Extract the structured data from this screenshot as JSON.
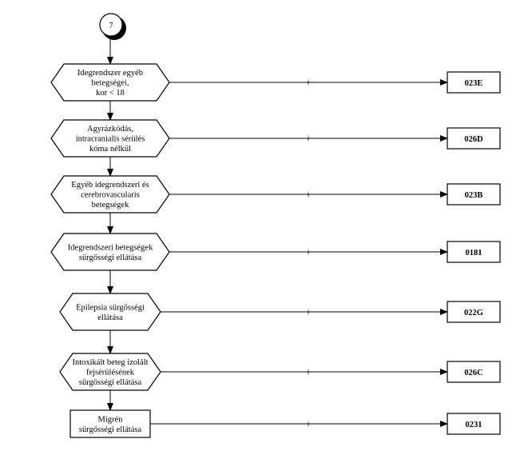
{
  "connector": {
    "label": "7"
  },
  "edge_label": "i",
  "nodes": [
    {
      "id": "n1",
      "shape": "hexagon",
      "lines": [
        "Idegrendszer egyéb",
        "betegségei,",
        "kor < 18"
      ],
      "target": "023E"
    },
    {
      "id": "n2",
      "shape": "hexagon",
      "lines": [
        "Agyrázkódás,",
        "intracranialis sérülés",
        "kóma nélkül"
      ],
      "target": "026D"
    },
    {
      "id": "n3",
      "shape": "hexagon",
      "lines": [
        "Egyéb idegrendszeri és",
        "cerebrovascularis",
        "betegségek"
      ],
      "target": "023B"
    },
    {
      "id": "n4",
      "shape": "hexagon",
      "lines": [
        "Idegrendszeri betegségek",
        "sürgősségi ellátása"
      ],
      "target": "0181"
    },
    {
      "id": "n5",
      "shape": "hexagon",
      "lines": [
        "Epilepsia sürgősségi",
        "ellátása"
      ],
      "target": "022G"
    },
    {
      "id": "n6",
      "shape": "hexagon",
      "lines": [
        "Intoxikált beteg izolált",
        "fejsérülésének",
        "sürgősségi ellátása"
      ],
      "target": "026C"
    },
    {
      "id": "n7",
      "shape": "rect",
      "lines": [
        "Migrén",
        "sürgősségi ellátása"
      ],
      "target": "0231"
    }
  ]
}
